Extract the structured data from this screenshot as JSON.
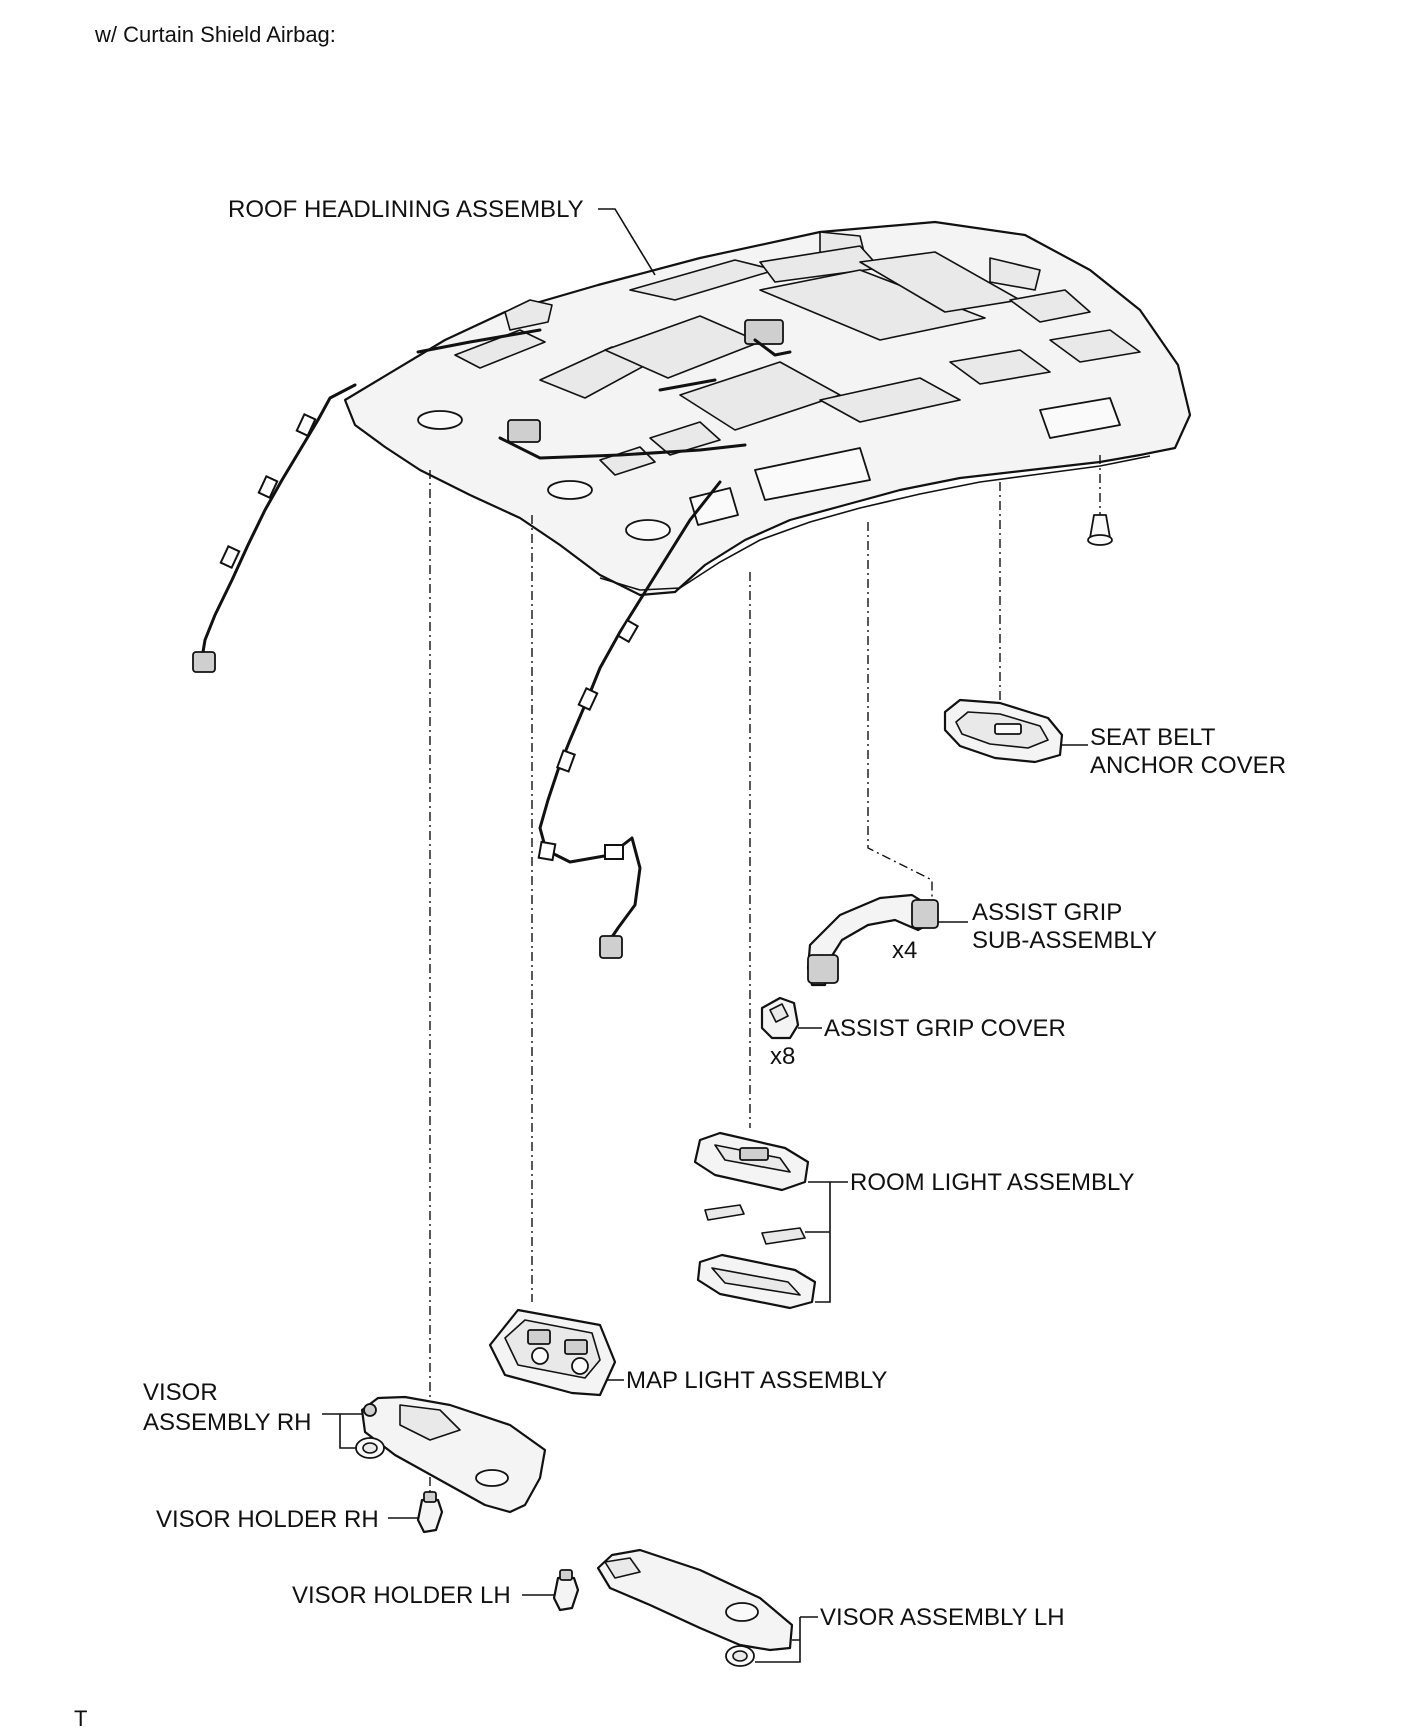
{
  "header": {
    "title": "w/ Curtain Shield Airbag:"
  },
  "labels": {
    "roof_headlining": "ROOF HEADLINING ASSEMBLY",
    "seat_belt_anchor_cover_1": "SEAT BELT",
    "seat_belt_anchor_cover_2": "ANCHOR COVER",
    "assist_grip_1": "ASSIST GRIP",
    "assist_grip_2": "SUB-ASSEMBLY",
    "assist_grip_qty": "x4",
    "assist_grip_cover": "ASSIST GRIP COVER",
    "assist_grip_cover_qty": "x8",
    "room_light": "ROOM LIGHT ASSEMBLY",
    "map_light": "MAP LIGHT ASSEMBLY",
    "visor_rh_1": "VISOR",
    "visor_rh_2": "ASSEMBLY RH",
    "visor_holder_rh": "VISOR HOLDER RH",
    "visor_holder_lh": "VISOR HOLDER LH",
    "visor_lh": "VISOR ASSEMBLY LH"
  },
  "footer": {
    "mark": "T"
  }
}
